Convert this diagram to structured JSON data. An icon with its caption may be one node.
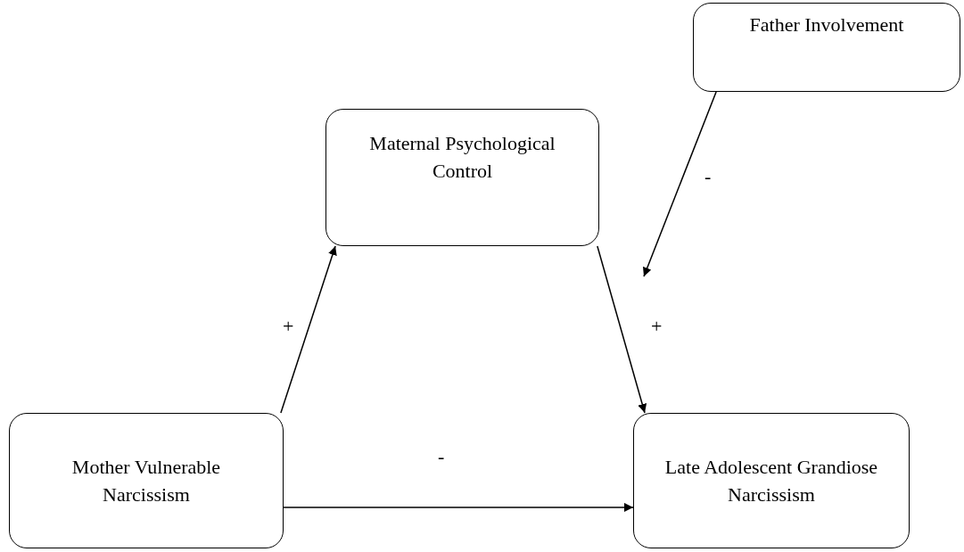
{
  "diagram": {
    "nodes": [
      {
        "text": [
          "Father Involvement"
        ]
      },
      {
        "text": [
          "Maternal Psychological Control"
        ]
      },
      {
        "text": [
          "Mother Vulnerable Narcissism"
        ]
      },
      {
        "text": [
          "Late Adolescent Grandiose Narcissism"
        ]
      }
    ],
    "edges": [
      {
        "from": 2,
        "to": 1,
        "arrow": "to",
        "label": "+"
      },
      {
        "from": 1,
        "to": 3,
        "arrow": "to",
        "label": "+"
      },
      {
        "from": 2,
        "to": 3,
        "arrow": "to",
        "label": "-"
      },
      {
        "from": 0,
        "to": null,
        "arrow": "to",
        "label": "-"
      }
    ]
  }
}
